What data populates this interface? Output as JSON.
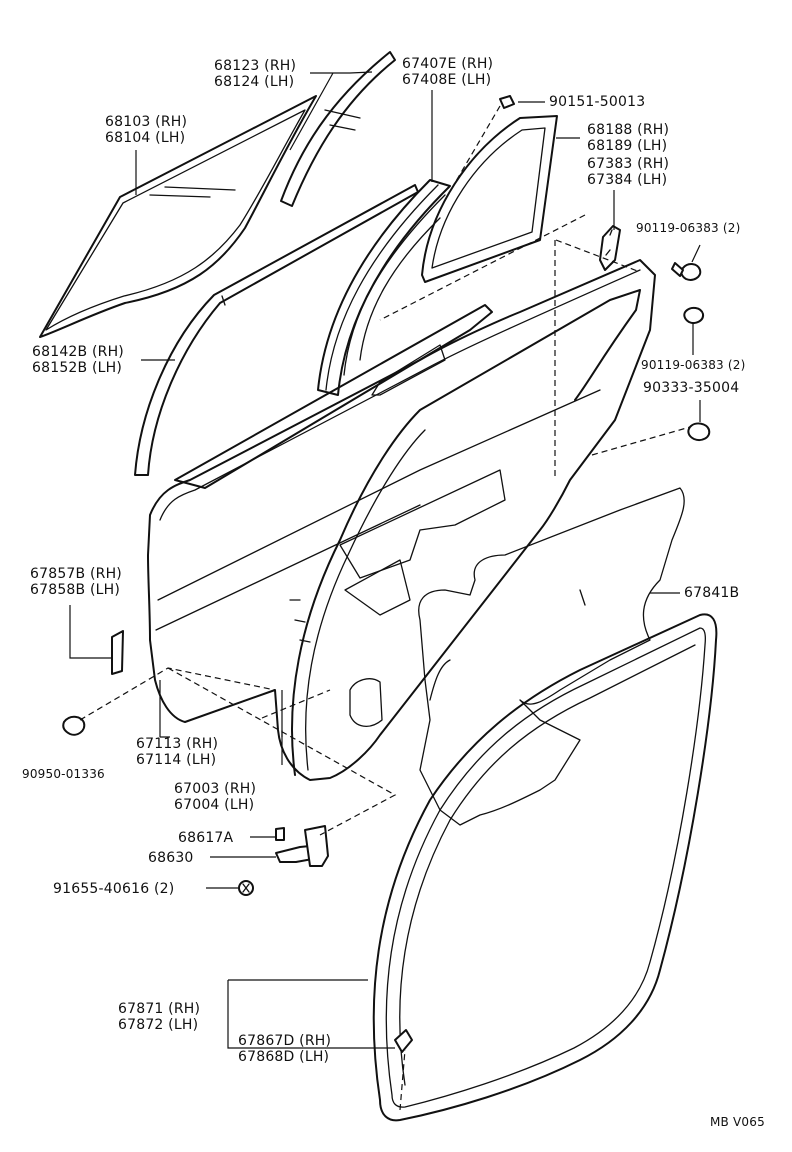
{
  "parts": {
    "rear_glass": [
      "68123 (RH)",
      "68124 (LH)"
    ],
    "door_glass": [
      "68103 (RH)",
      "68104 (LH)"
    ],
    "channel": [
      "67407E (RH)",
      "67408E (LH)"
    ],
    "screw_top": "90151-50013",
    "frame_seal": [
      "68188 (RH)",
      "68189 (LH)"
    ],
    "bracket": [
      "67383 (RH)",
      "67384 (LH)"
    ],
    "clip_upper": "90119-06383 (2)",
    "weatherstrip_belt": [
      "68142B (RH)",
      "68152B (LH)"
    ],
    "clip_lower": "90119-06383 (2)",
    "plug_right": "90333-35004",
    "hole_cover": "67841B",
    "mark_strip": [
      "67857B (RH)",
      "67858B (LH)"
    ],
    "plug_left": "90950-01336",
    "lower_seal": [
      "67113 (RH)",
      "67114 (LH)"
    ],
    "door_panel": [
      "67003 (RH)",
      "67004 (LH)"
    ],
    "bumper": "68617A",
    "hinge": "68630",
    "bolt": "91655-40616 (2)",
    "door_weatherstrip": [
      "67871 (RH)",
      "67872 (LH)"
    ],
    "retainer": [
      "67867D (RH)",
      "67868D (LH)"
    ],
    "diagram_code": "MB  V065"
  }
}
